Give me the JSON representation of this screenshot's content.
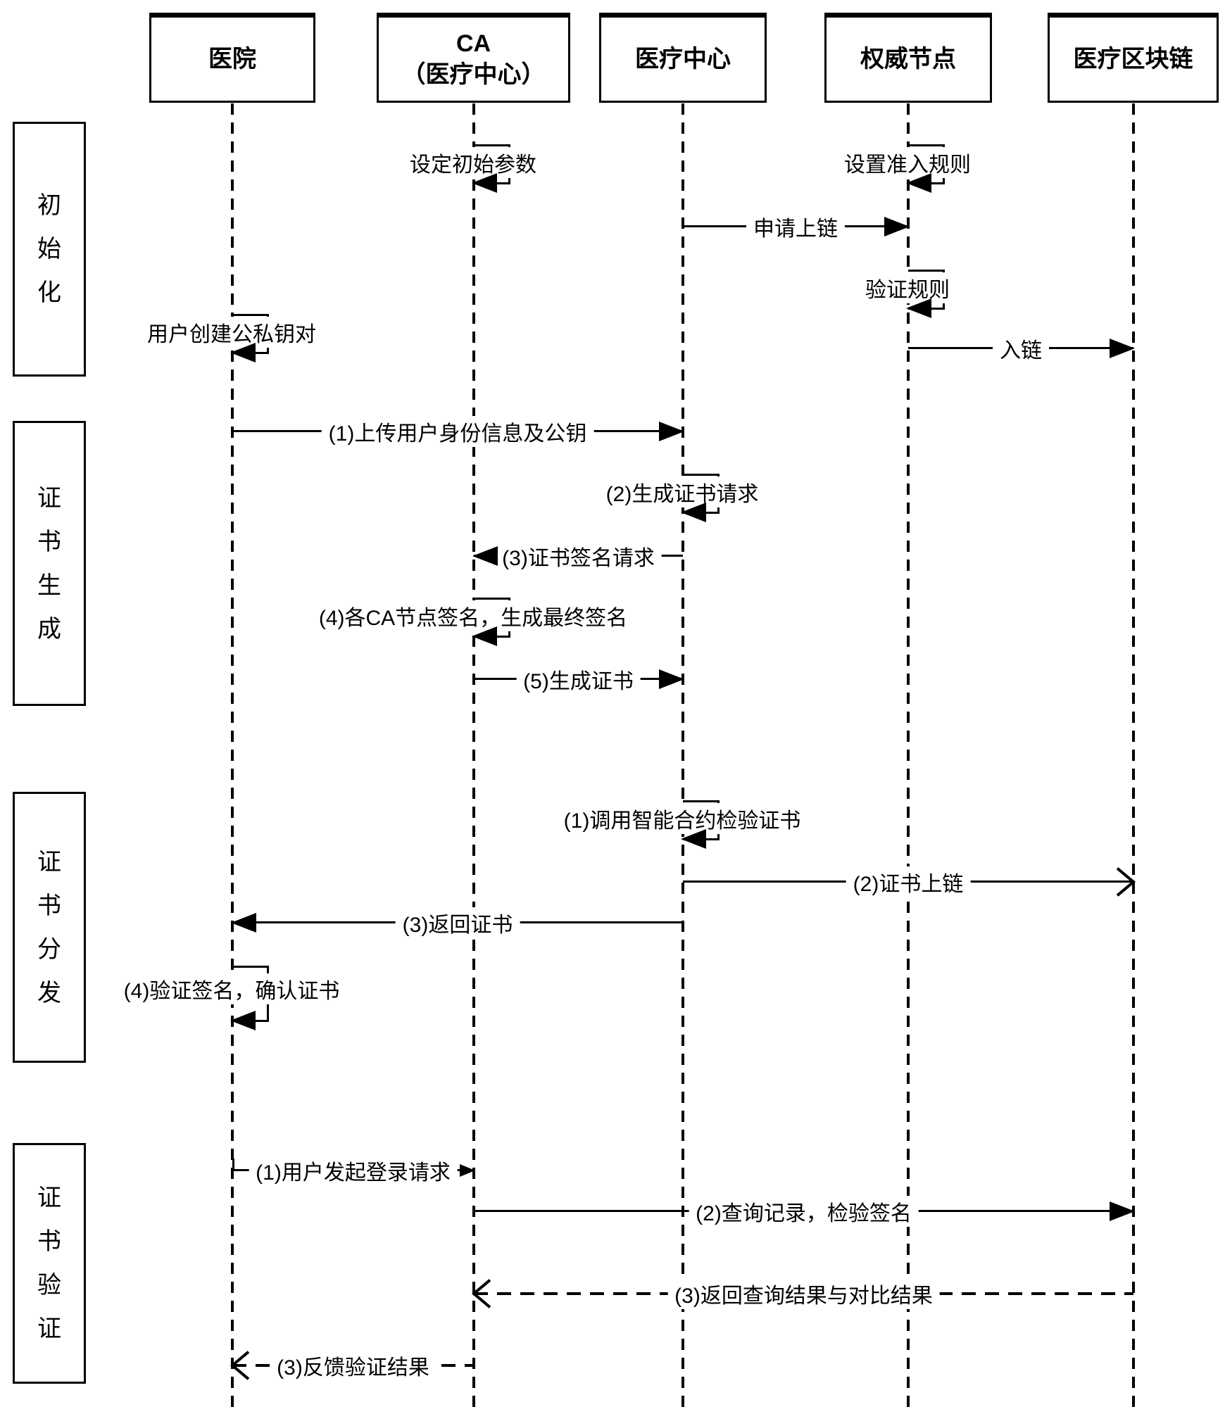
{
  "actors": [
    {
      "label": "医院"
    },
    {
      "label": "CA\n（医疗中心）"
    },
    {
      "label": "医疗中心"
    },
    {
      "label": "权威节点"
    },
    {
      "label": "医疗区块链"
    }
  ],
  "phases": [
    {
      "label": "初始化"
    },
    {
      "label": "证书生成"
    },
    {
      "label": "证书分发"
    },
    {
      "label": "证书验证"
    }
  ],
  "messages": [
    {
      "label": "设定初始参数",
      "from": "CA（医疗中心）",
      "to": "CA（医疗中心）",
      "kind": "self"
    },
    {
      "label": "设置准入规则",
      "from": "权威节点",
      "to": "权威节点",
      "kind": "self"
    },
    {
      "label": "申请上链",
      "from": "医疗中心",
      "to": "权威节点",
      "kind": "solid"
    },
    {
      "label": "验证规则",
      "from": "权威节点",
      "to": "权威节点",
      "kind": "self"
    },
    {
      "label": "用户创建公私钥对",
      "from": "医院",
      "to": "医院",
      "kind": "self"
    },
    {
      "label": "入链",
      "from": "权威节点",
      "to": "医疗区块链",
      "kind": "solid"
    },
    {
      "label": "(1)上传用户身份信息及公钥",
      "from": "医院",
      "to": "医疗中心",
      "kind": "solid"
    },
    {
      "label": "(2)生成证书请求",
      "from": "医疗中心",
      "to": "医疗中心",
      "kind": "self"
    },
    {
      "label": "(3)证书签名请求",
      "from": "医疗中心",
      "to": "CA（医疗中心）",
      "kind": "solid"
    },
    {
      "label": "(4)各CA节点签名，生成最终签名",
      "from": "CA（医疗中心）",
      "to": "CA（医疗中心）",
      "kind": "self"
    },
    {
      "label": "(5)生成证书",
      "from": "CA（医疗中心）",
      "to": "医疗中心",
      "kind": "solid"
    },
    {
      "label": "(1)调用智能合约检验证书",
      "from": "医疗中心",
      "to": "医疗中心",
      "kind": "self"
    },
    {
      "label": "(2)证书上链",
      "from": "医疗中心",
      "to": "医疗区块链",
      "kind": "solid-open"
    },
    {
      "label": "(3)返回证书",
      "from": "医疗中心",
      "to": "医院",
      "kind": "solid"
    },
    {
      "label": "(4)验证签名，确认证书",
      "from": "医院",
      "to": "医院",
      "kind": "self"
    },
    {
      "label": "(1)用户发起登录请求",
      "from": "医院",
      "to": "CA（医疗中心）",
      "kind": "solid"
    },
    {
      "label": "(2)查询记录，检验签名",
      "from": "CA（医疗中心）",
      "to": "医疗区块链",
      "kind": "solid"
    },
    {
      "label": "(3)返回查询结果与对比结果",
      "from": "医疗区块链",
      "to": "CA（医疗中心）",
      "kind": "dashed-open"
    },
    {
      "label": "(3)反馈验证结果",
      "from": "CA（医疗中心）",
      "to": "医院",
      "kind": "dashed-open"
    }
  ]
}
